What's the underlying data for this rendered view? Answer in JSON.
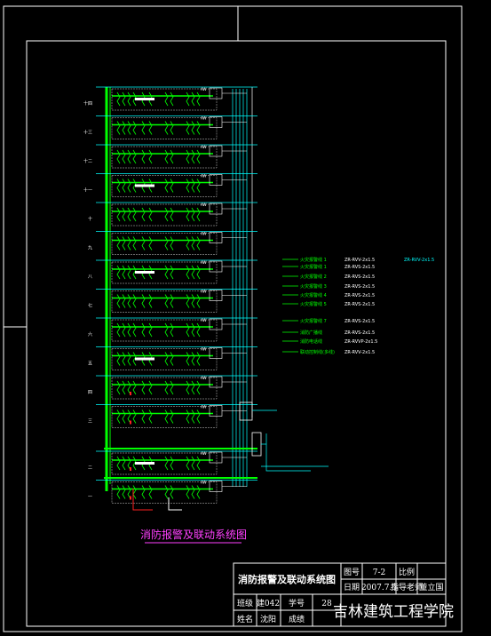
{
  "drawing": {
    "caption": "消防报警及联动系统图",
    "floor_labels": [
      "十四",
      "十三",
      "十二",
      "十一",
      "十",
      "九",
      "八",
      "七",
      "六",
      "五",
      "四",
      "三",
      "二",
      "一"
    ],
    "box_label": "AW",
    "legend": {
      "rows": [
        {
          "label": "— — 火灾报警线 1",
          "cable": "ZR-RVV-2x1.5"
        },
        {
          "label": "— — 火灾报警线 1",
          "cable": "ZR-RVS-2x1.5"
        },
        {
          "label": "— — 火灾报警线 2",
          "cable": "ZR-RVS-2x1.5"
        },
        {
          "label": "— — 火灾报警线 3",
          "cable": "ZR-RVS-2x1.5"
        },
        {
          "label": "— — 火灾报警线 4",
          "cable": "ZR-RVS-2x1.5"
        },
        {
          "label": "— — 火灾报警线 5",
          "cable": "ZR-RVS-2x1.5"
        },
        {
          "label": "— — 火灾报警线 7",
          "cable": "ZR-RVS-2x1.5"
        },
        {
          "label": "— — 消防广播线",
          "cable": "ZR-RVS-2x1.5"
        },
        {
          "label": "— — 消防电话线",
          "cable": "ZR-RVVP-2x1.5"
        },
        {
          "label": "— — 联动控制线(多线)",
          "cable": "ZR-RVV-2x1.5"
        }
      ]
    },
    "first_row_extra": "ZR-RVV-2x1.5"
  },
  "title_block": {
    "drawing_title": "消防报警及联动系统图",
    "drawing_no_label": "图号",
    "drawing_no": "7-2",
    "scale_label": "比例",
    "date_label": "日期",
    "date": "2007.7.5",
    "advisor_label": "指导老师",
    "advisor": "董立国",
    "class_label": "班级",
    "class_value": "建042",
    "student_no_label": "学号",
    "student_no": "28",
    "name_label": "姓名",
    "name_value": "沈阳",
    "grade_label": "成绩",
    "institution": "吉林建筑工程学院"
  },
  "colors": {
    "frame": "#ffffff",
    "riser": "#00ff00",
    "cyan": "#00ffff",
    "green": "#00ff00",
    "red": "#ff2020",
    "magenta": "#ff40ff",
    "white": "#ffffff"
  }
}
